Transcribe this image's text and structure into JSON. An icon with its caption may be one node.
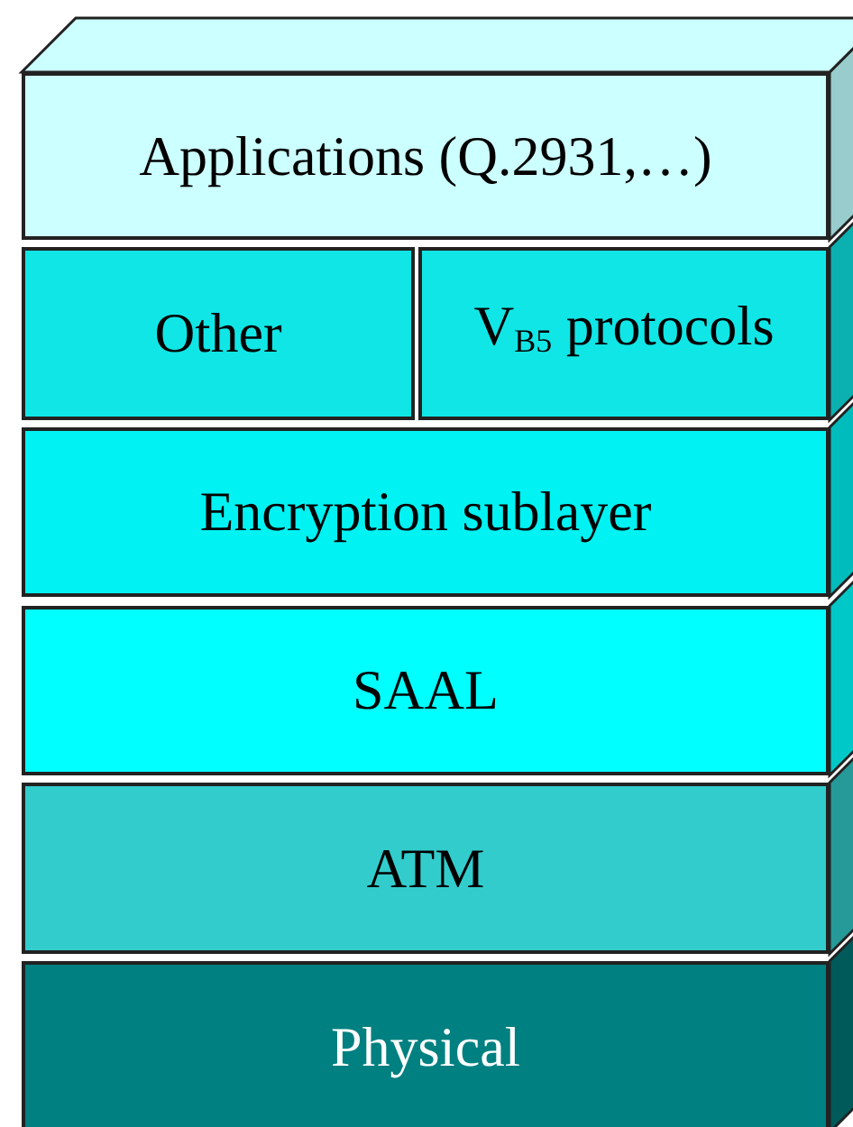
{
  "diagram": {
    "nodes": [
      {
        "text": [
          "Applications (Q.2931,…)"
        ]
      },
      {
        "text": [
          "Other"
        ]
      },
      {
        "text": [
          "V$_{B5}$ protocols"
        ]
      },
      {
        "text": [
          "Encryption sublayer"
        ]
      },
      {
        "text": [
          "SAAL"
        ]
      },
      {
        "text": [
          "ATM"
        ]
      },
      {
        "text": [
          "Physical"
        ]
      }
    ]
  }
}
